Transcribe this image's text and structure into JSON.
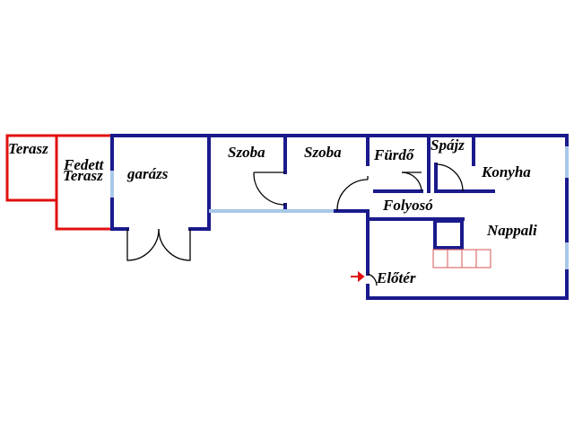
{
  "floorplan": {
    "colors": {
      "wall": "#1a1a8c",
      "terrace": "#e01010",
      "window": "#a9c8e8",
      "stairs": "#e07070",
      "entrance_arrow": "#e01010"
    },
    "rooms": {
      "terasz": "Terasz",
      "fedett_terasz_line1": "Fedett",
      "fedett_terasz_line2": "Terasz",
      "garazs": "garázs",
      "szoba_1": "Szoba",
      "szoba_2": "Szoba",
      "furdo": "Fürdő",
      "spajz": "Spájz",
      "konyha": "Konyha",
      "folyoso": "Folyosó",
      "nappali": "Nappali",
      "eloter": "Előtér"
    }
  }
}
